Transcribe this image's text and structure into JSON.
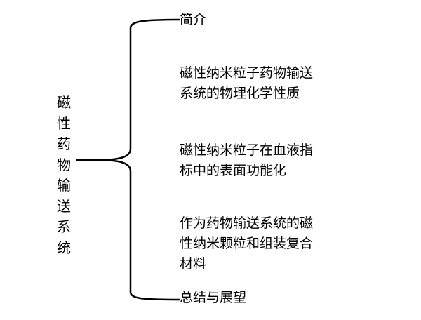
{
  "root": {
    "label_chars": [
      "磁",
      "性",
      "药",
      "物",
      "输",
      "送",
      "系",
      "统"
    ]
  },
  "branches": [
    {
      "lines": [
        "简介"
      ]
    },
    {
      "lines": [
        "磁性纳米粒子药物输送",
        "系统的物理化学性质"
      ]
    },
    {
      "lines": [
        "磁性纳米粒子在血液指",
        "标中的表面功能化"
      ]
    },
    {
      "lines": [
        "作为药物输送系统的磁",
        "性纳米颗粒和组装复合",
        "材料"
      ]
    },
    {
      "lines": [
        "总结与展望"
      ]
    }
  ]
}
